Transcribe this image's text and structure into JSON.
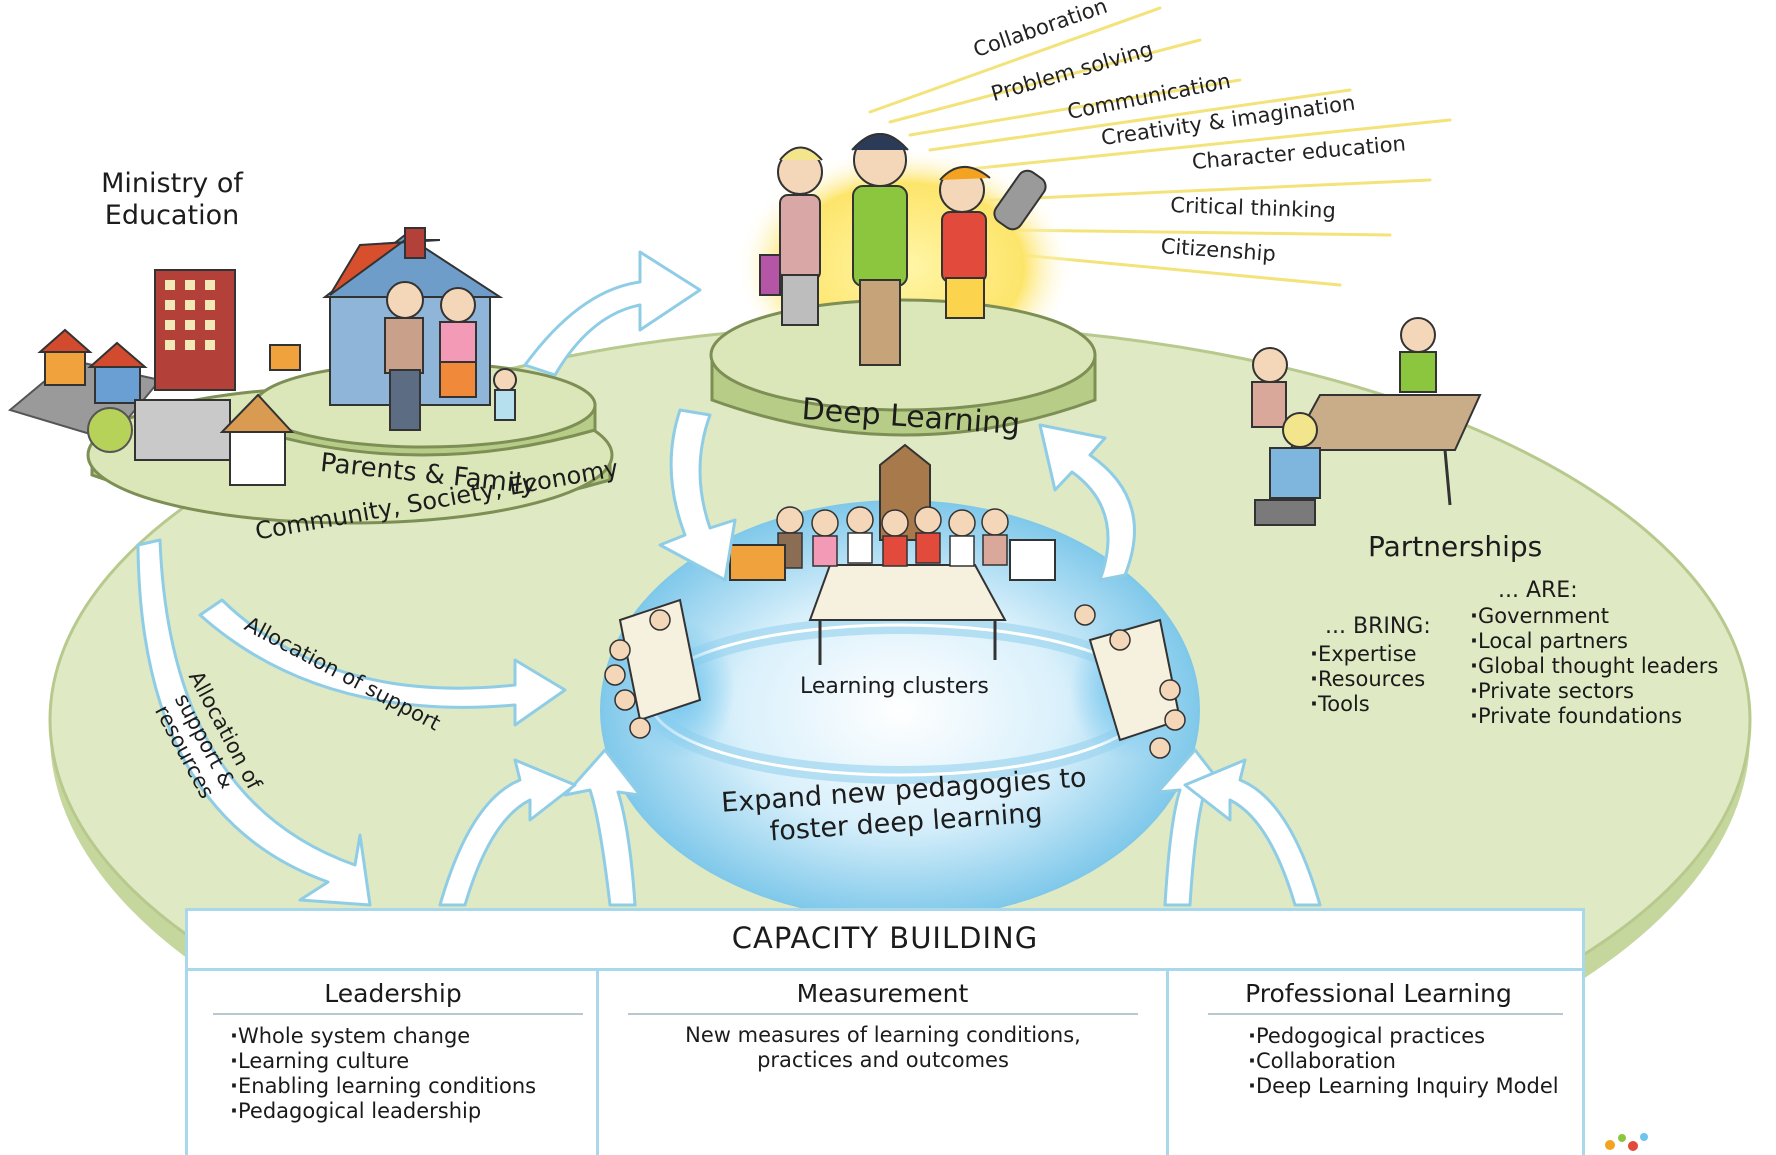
{
  "skills": [
    "Collaboration",
    "Problem solving",
    "Communication",
    "Creativity & imagination",
    "Character education",
    "Critical thinking",
    "Citizenship"
  ],
  "ministry_label": "Ministry of Education",
  "parents_label": "Parents & Family",
  "community_label": "Community, Society, Economy",
  "deep_learning_label": "Deep Learning",
  "partnerships": {
    "title": "Partnerships",
    "bring_heading": "... BRING:",
    "bring_items": [
      "Expertise",
      "Resources",
      "Tools"
    ],
    "are_heading": "... ARE:",
    "are_items": [
      "Government",
      "Local partners",
      "Global thought leaders",
      "Private sectors",
      "Private foundations"
    ]
  },
  "allocation_support_label": "Allocation of support",
  "allocation_resources_label": "Allocation of support & resources",
  "learning_clusters_label": "Learning clusters",
  "expand_label": "Expand new pedagogies to foster deep learning",
  "capacity": {
    "title": "CAPACITY BUILDING",
    "leadership": {
      "heading": "Leadership",
      "items": [
        "Whole system change",
        "Learning culture",
        "Enabling learning conditions",
        "Pedagogical leadership"
      ]
    },
    "measurement": {
      "heading": "Measurement",
      "text": "New measures of learning conditions, practices and outcomes"
    },
    "professional": {
      "heading": "Professional Learning",
      "items": [
        "Pedogogical practices",
        "Collaboration",
        "Deep Learning Inquiry Model"
      ]
    }
  },
  "colors": {
    "disc_green": "#dfe9c4",
    "disc_edge": "#b8c98e",
    "glow_blue": "#9fd6f0",
    "arrow_outline": "#8fcde6",
    "box_border": "#a9d8ea"
  }
}
